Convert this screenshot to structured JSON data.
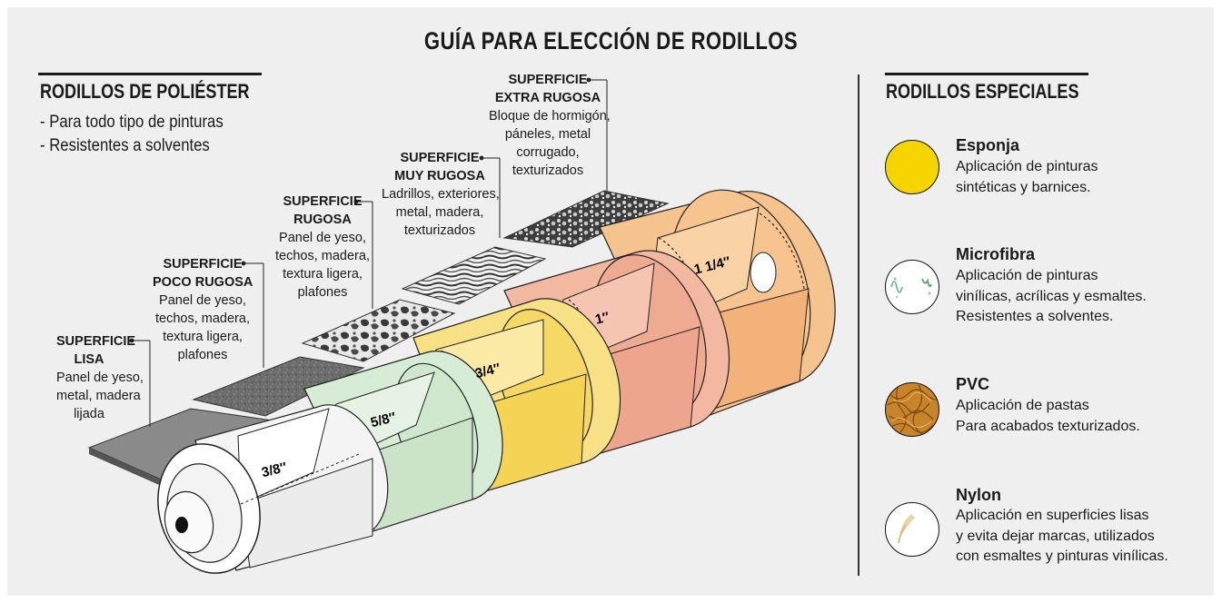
{
  "title": "GUÍA PARA ELECCIÓN DE RODILLOS",
  "left_section": {
    "title": "RODILLOS DE POLIÉSTER",
    "bullets": [
      "- Para todo tipo de pinturas",
      "- Resistentes a solventes"
    ]
  },
  "surfaces": [
    {
      "heading": [
        "SUPERFICIE",
        "LISA"
      ],
      "desc": [
        "Panel de yeso,",
        "metal, madera",
        "lijada"
      ]
    },
    {
      "heading": [
        "SUPERFICIE",
        "POCO RUGOSA"
      ],
      "desc": [
        "Panel de yeso,",
        "techos, madera,",
        "textura ligera,",
        "plafones"
      ]
    },
    {
      "heading": [
        "SUPERFICIE",
        "RUGOSA"
      ],
      "desc": [
        "Panel de yeso,",
        "techos, madera,",
        "textura ligera,",
        "plafones"
      ]
    },
    {
      "heading": [
        "SUPERFICIE",
        "MUY RUGOSA"
      ],
      "desc": [
        "Ladrillos, exteriores,",
        "metal, madera,",
        "texturizados"
      ]
    },
    {
      "heading": [
        "SUPERFICIE",
        "EXTRA RUGOSA"
      ],
      "desc": [
        "Bloque de hormigón,",
        "páneles, metal",
        "corrugado,",
        "texturizados"
      ]
    }
  ],
  "nap_sizes": [
    "3/8″",
    "5/8″",
    "3/4″",
    "1″",
    "1 1/4″"
  ],
  "colors": {
    "background": "#efefef",
    "layer_3_8": "#f4f4f4",
    "layer_5_8": "#d6ecd4",
    "layer_3_4": "#f8e184",
    "layer_1": "#f2b8a0",
    "layer_1_1_4": "#f4c38e"
  },
  "right_section": {
    "title": "RODILLOS ESPECIALES",
    "items": [
      {
        "name": "Esponja",
        "lines": [
          "Aplicación de pinturas",
          "sintéticas y barnices."
        ],
        "color": "#f5d400",
        "icon": "sponge-swatch-icon"
      },
      {
        "name": "Microfibra",
        "lines": [
          "Aplicación de pinturas",
          "vinílicas, acrílicas y esmaltes.",
          "Resistentes a solventes."
        ],
        "color": "#ffffff",
        "icon": "microfiber-swatch-icon"
      },
      {
        "name": "PVC",
        "lines": [
          "Aplicación de pastas",
          "Para acabados texturizados."
        ],
        "color": "#c8842a",
        "icon": "pvc-swatch-icon"
      },
      {
        "name": "Nylon",
        "lines": [
          "Aplicación en superficies lisas",
          "y evita dejar marcas, utilizados",
          "con esmaltes y pinturas vinílicas."
        ],
        "color": "#ffffff",
        "icon": "nylon-swatch-icon"
      }
    ]
  }
}
